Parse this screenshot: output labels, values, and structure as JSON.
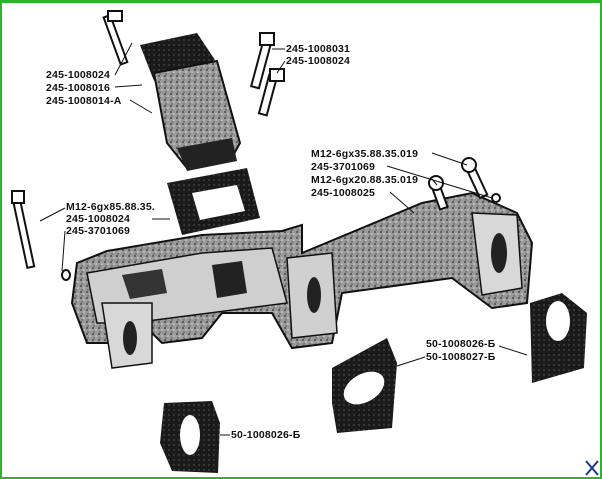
{
  "diagram": {
    "labels": {
      "top_left": [
        "245-1008024",
        "245-1008016",
        "245-1008014-А"
      ],
      "top_right": [
        "245-1008031",
        "245-1008024"
      ],
      "left": [
        "M12-6gx85.88.35.",
        "245-1008024",
        "245-3701069"
      ],
      "right": [
        "M12-6gx35.88.35.019",
        "245-3701069",
        "M12-6gx20.88.35.019",
        "245-1008025"
      ],
      "gasket_right": [
        "50-1008026-Б",
        "50-1008027-Б"
      ],
      "gasket_bottom": "50-1008026-Б"
    },
    "colors": {
      "border": "#2bb52b",
      "ink": "#111111"
    }
  }
}
